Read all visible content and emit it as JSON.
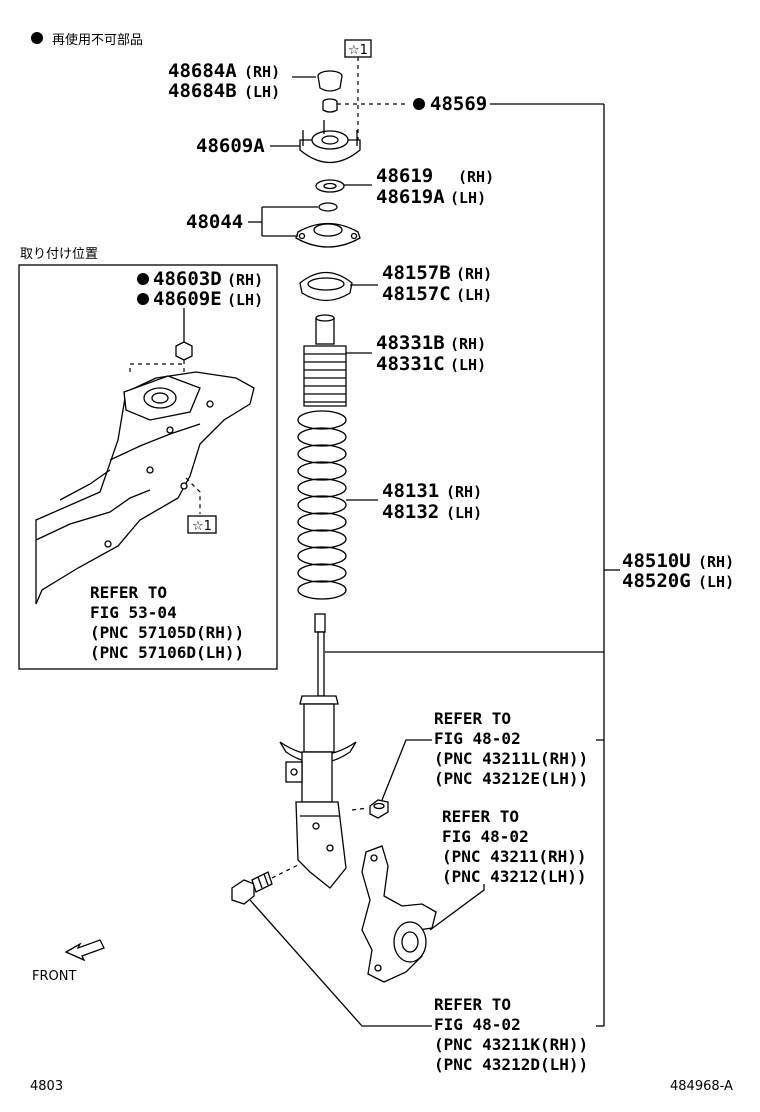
{
  "legend": {
    "note": "再使用不可部品"
  },
  "inset": {
    "title": "取り付け位置",
    "parts": [
      {
        "code": "48603D",
        "side": "(RH)"
      },
      {
        "code": "48609E",
        "side": "(LH)"
      }
    ],
    "marker": "☆1",
    "refer": [
      "REFER TO",
      "FIG 53-04",
      "(PNC 57105D(RH))",
      "(PNC 57106D(LH))"
    ]
  },
  "marker_top": "☆1",
  "parts": {
    "p48684": [
      {
        "code": "48684A",
        "side": "(RH)"
      },
      {
        "code": "48684B",
        "side": "(LH)"
      }
    ],
    "p48569": {
      "code": "48569"
    },
    "p48609A": {
      "code": "48609A"
    },
    "p48619": [
      {
        "code": "48619",
        "side": "(RH)"
      },
      {
        "code": "48619A",
        "side": "(LH)"
      }
    ],
    "p48044": {
      "code": "48044"
    },
    "p48157": [
      {
        "code": "48157B",
        "side": "(RH)"
      },
      {
        "code": "48157C",
        "side": "(LH)"
      }
    ],
    "p48331": [
      {
        "code": "48331B",
        "side": "(RH)"
      },
      {
        "code": "48331C",
        "side": "(LH)"
      }
    ],
    "p48131": [
      {
        "code": "48131",
        "side": "(RH)"
      },
      {
        "code": "48132",
        "side": "(LH)"
      }
    ],
    "p48510": [
      {
        "code": "48510U",
        "side": "(RH)"
      },
      {
        "code": "48520G",
        "side": "(LH)"
      }
    ]
  },
  "refers": {
    "r1": [
      "REFER TO",
      "FIG 48-02",
      "(PNC 43211L(RH))",
      "(PNC 43212E(LH))"
    ],
    "r2": [
      "REFER TO",
      "FIG 48-02",
      "(PNC 43211(RH))",
      "(PNC 43212(LH))"
    ],
    "r3": [
      "REFER TO",
      "FIG 48-02",
      "(PNC 43211K(RH))",
      "(PNC 43212D(LH))"
    ]
  },
  "front_label": "FRONT",
  "footer": {
    "left": "4803",
    "right": "484968-A"
  }
}
